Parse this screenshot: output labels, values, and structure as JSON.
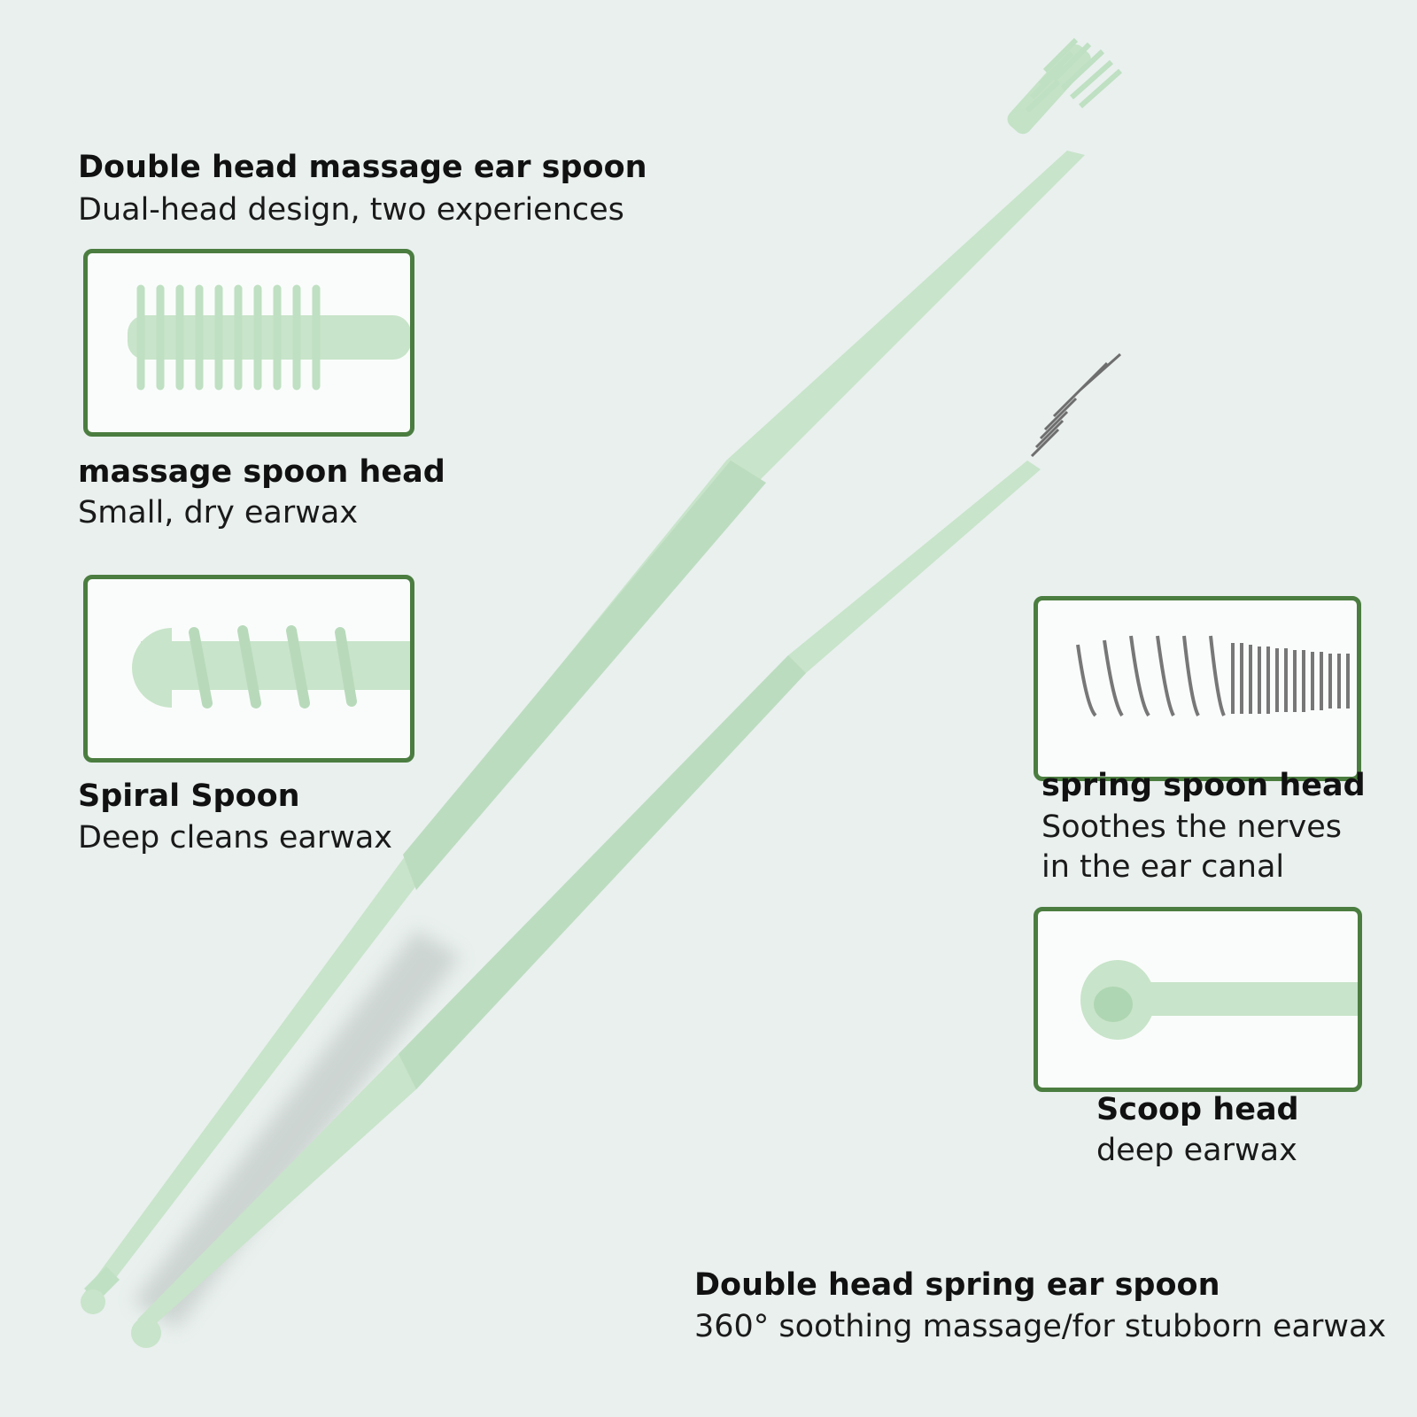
{
  "product_1": {
    "title": "Double head massage ear spoon",
    "subtitle": "Dual-head design, two experiences"
  },
  "massage_head": {
    "title": "massage spoon head",
    "subtitle": "Small, dry earwax"
  },
  "spiral_head": {
    "title": "Spiral Spoon",
    "subtitle": "Deep cleans earwax"
  },
  "spring_head": {
    "title": "spring spoon head",
    "subtitle_line1": "Soothes the nerves",
    "subtitle_line2": "in the ear canal"
  },
  "scoop_head": {
    "title": "Scoop head",
    "subtitle": "deep earwax"
  },
  "product_2": {
    "title": "Double head spring ear spoon",
    "subtitle": "360° soothing massage/for stubborn earwax"
  },
  "colors": {
    "background": "#e9f0ee",
    "frame": "#4b7d40",
    "stick": "#c5e3c7"
  }
}
